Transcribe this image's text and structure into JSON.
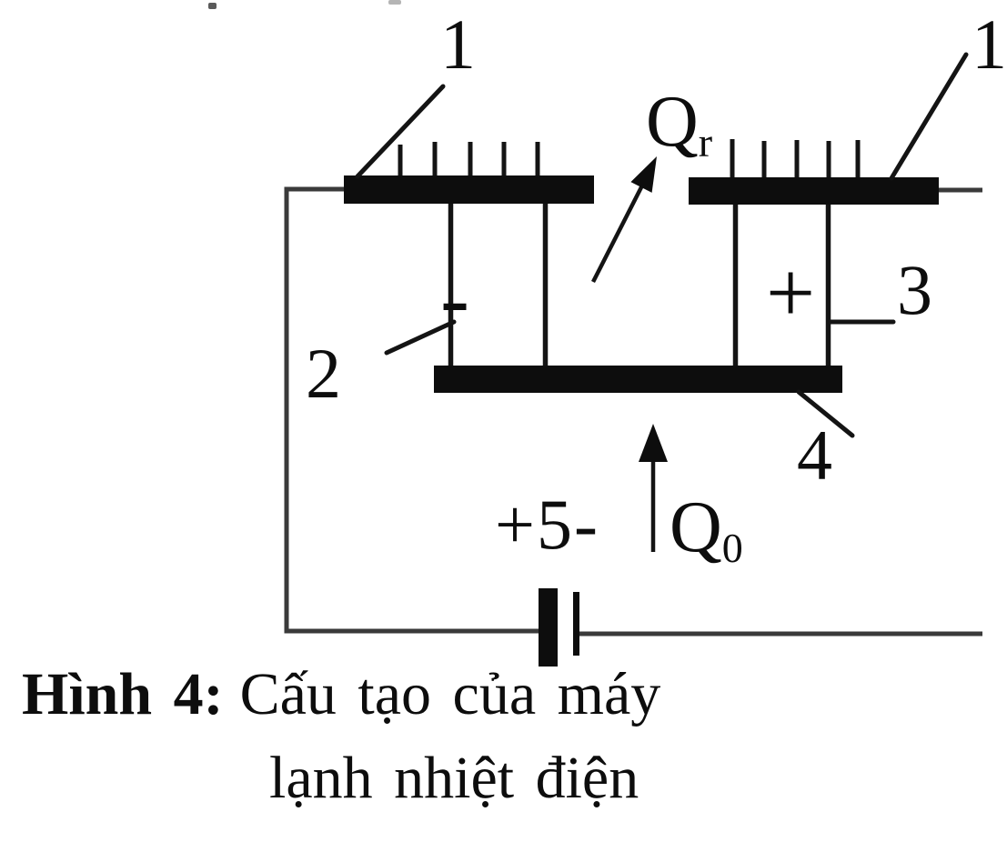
{
  "colors": {
    "ink": "#0d0d0d",
    "wire": "#3a3a3a",
    "background": "#ffffff"
  },
  "labels": {
    "part1": "1",
    "part1_right_truncated": "1",
    "part2": "2",
    "part3": "3",
    "part4": "4",
    "battery_polarity": "+5-",
    "heat_rejected_symbol": "Q",
    "heat_rejected_subscript": "r",
    "heat_absorbed_symbol": "Q",
    "heat_absorbed_subscript": "0",
    "positive_junction_mark": "+",
    "negative_junction_mark": "-"
  },
  "caption": {
    "figure_label": "Hình 4:",
    "line1": "Cấu tạo của máy",
    "line2": "lạnh nhiệt điện"
  }
}
